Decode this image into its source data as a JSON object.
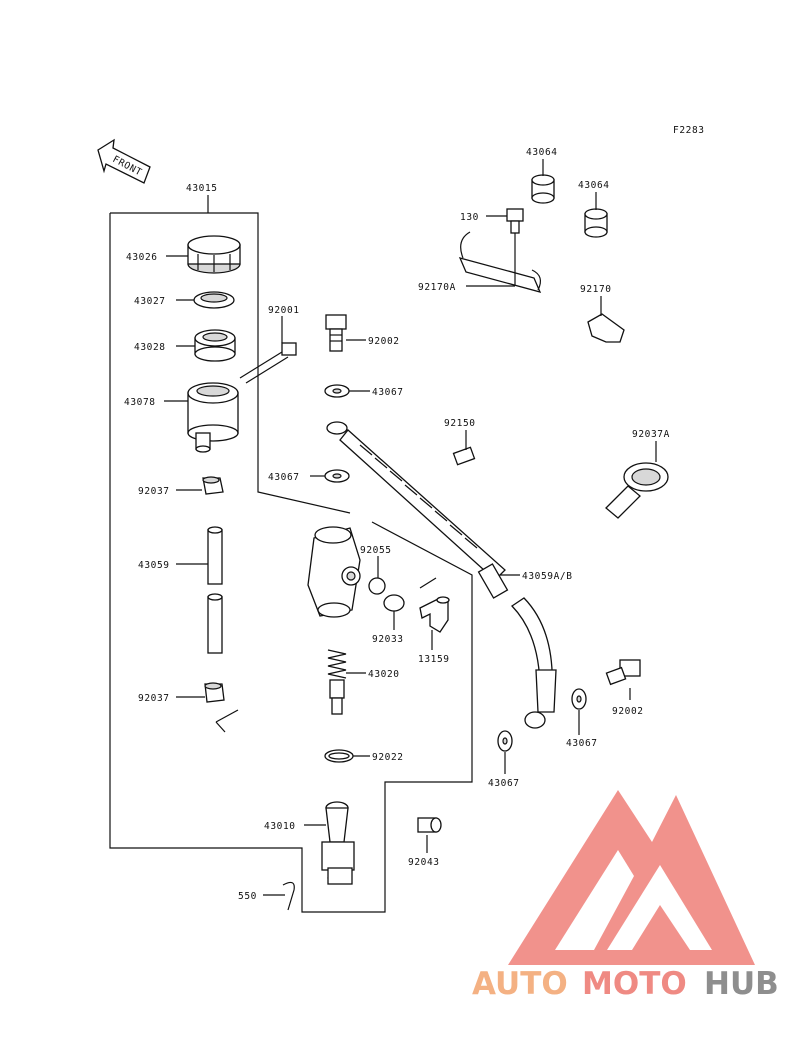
{
  "figure_code": "F2283",
  "front_label": "FRONT",
  "brand": {
    "part1": "AUTO",
    "part2": "MOTO",
    "part3": "HUB",
    "colors": {
      "auto": "#f4b183",
      "moto": "#ef8a83",
      "hub": "#8e8e8e",
      "logo": "#ef6d66"
    }
  },
  "labels": {
    "p43015": "43015",
    "p43026": "43026",
    "p43027": "43027",
    "p43028": "43028",
    "p43078": "43078",
    "p92037_top": "92037",
    "p43059": "43059",
    "p92037_bot": "92037",
    "p92001": "92001",
    "p92002_top": "92002",
    "p43067_a": "43067",
    "p43067_b": "43067",
    "p92055": "92055",
    "p92033": "92033",
    "p13159": "13159",
    "p43020": "43020",
    "p92022": "92022",
    "p43010": "43010",
    "p92043": "92043",
    "p550": "550",
    "p92150": "92150",
    "p43059ab": "43059A/B",
    "p43064_a": "43064",
    "p43064_b": "43064",
    "p130": "130",
    "p92170a": "92170A",
    "p92170": "92170",
    "p92037a": "92037A",
    "p92002_bot": "92002",
    "p43067_c": "43067",
    "p43067_d": "43067"
  }
}
